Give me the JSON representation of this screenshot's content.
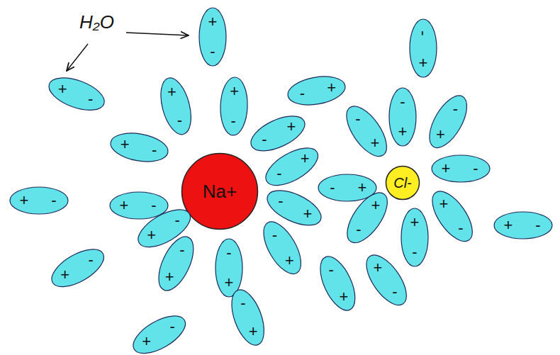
{
  "diagram": {
    "nodes": [
      {
        "text": [
          "Na+"
        ]
      },
      {
        "text": [
          "Cl-"
        ]
      },
      {
        "text": [
          "+",
          "-"
        ]
      },
      {
        "text": [
          "+",
          "-"
        ]
      },
      {
        "text": [
          "-",
          "+"
        ]
      },
      {
        "text": [
          "+",
          "-"
        ]
      },
      {
        "text": [
          "+",
          "-"
        ]
      },
      {
        "text": [
          "+",
          "-"
        ]
      },
      {
        "text": [
          "-",
          "+"
        ]
      },
      {
        "text": [
          "-",
          "+"
        ]
      },
      {
        "text": [
          "+",
          "-"
        ]
      },
      {
        "text": [
          "+",
          "-"
        ]
      },
      {
        "text": [
          "-",
          "+"
        ]
      },
      {
        "text": [
          "-",
          "+"
        ]
      },
      {
        "text": [
          "-",
          "+"
        ]
      },
      {
        "text": [
          "-",
          "+"
        ]
      },
      {
        "text": [
          "-",
          "+"
        ]
      },
      {
        "text": [
          "-",
          "+"
        ]
      },
      {
        "text": [
          "+",
          "-"
        ]
      },
      {
        "text": [
          "+",
          "-"
        ]
      },
      {
        "text": [
          "-",
          "+"
        ]
      },
      {
        "text": [
          "-",
          "+"
        ]
      },
      {
        "text": [
          "-",
          "+"
        ]
      },
      {
        "text": [
          "-",
          "+"
        ]
      },
      {
        "text": [
          "-",
          "+"
        ]
      },
      {
        "text": [
          "+",
          "-"
        ]
      },
      {
        "text": [
          "+",
          "-"
        ]
      },
      {
        "text": [
          "+",
          "-"
        ]
      },
      {
        "text": [
          "+",
          "-"
        ]
      },
      {
        "text": [
          "-",
          "+"
        ]
      },
      {
        "text": [
          "+",
          "-"
        ]
      },
      {
        "text": [
          "+",
          "-"
        ]
      }
    ],
    "labels": [
      "H₂O"
    ]
  }
}
